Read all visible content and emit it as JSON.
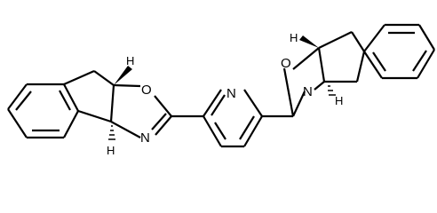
{
  "structure": {
    "colors": {
      "bond": "#000000",
      "background": "#ffffff"
    },
    "labels": {
      "left_oxygen": "O",
      "left_nitrogen": "N",
      "left_h_top": "H",
      "left_h_bottom": "H",
      "pyridine_nitrogen": "N",
      "right_oxygen": "O",
      "right_nitrogen": "N",
      "right_h_top": "H",
      "right_h_bottom": "H"
    }
  }
}
